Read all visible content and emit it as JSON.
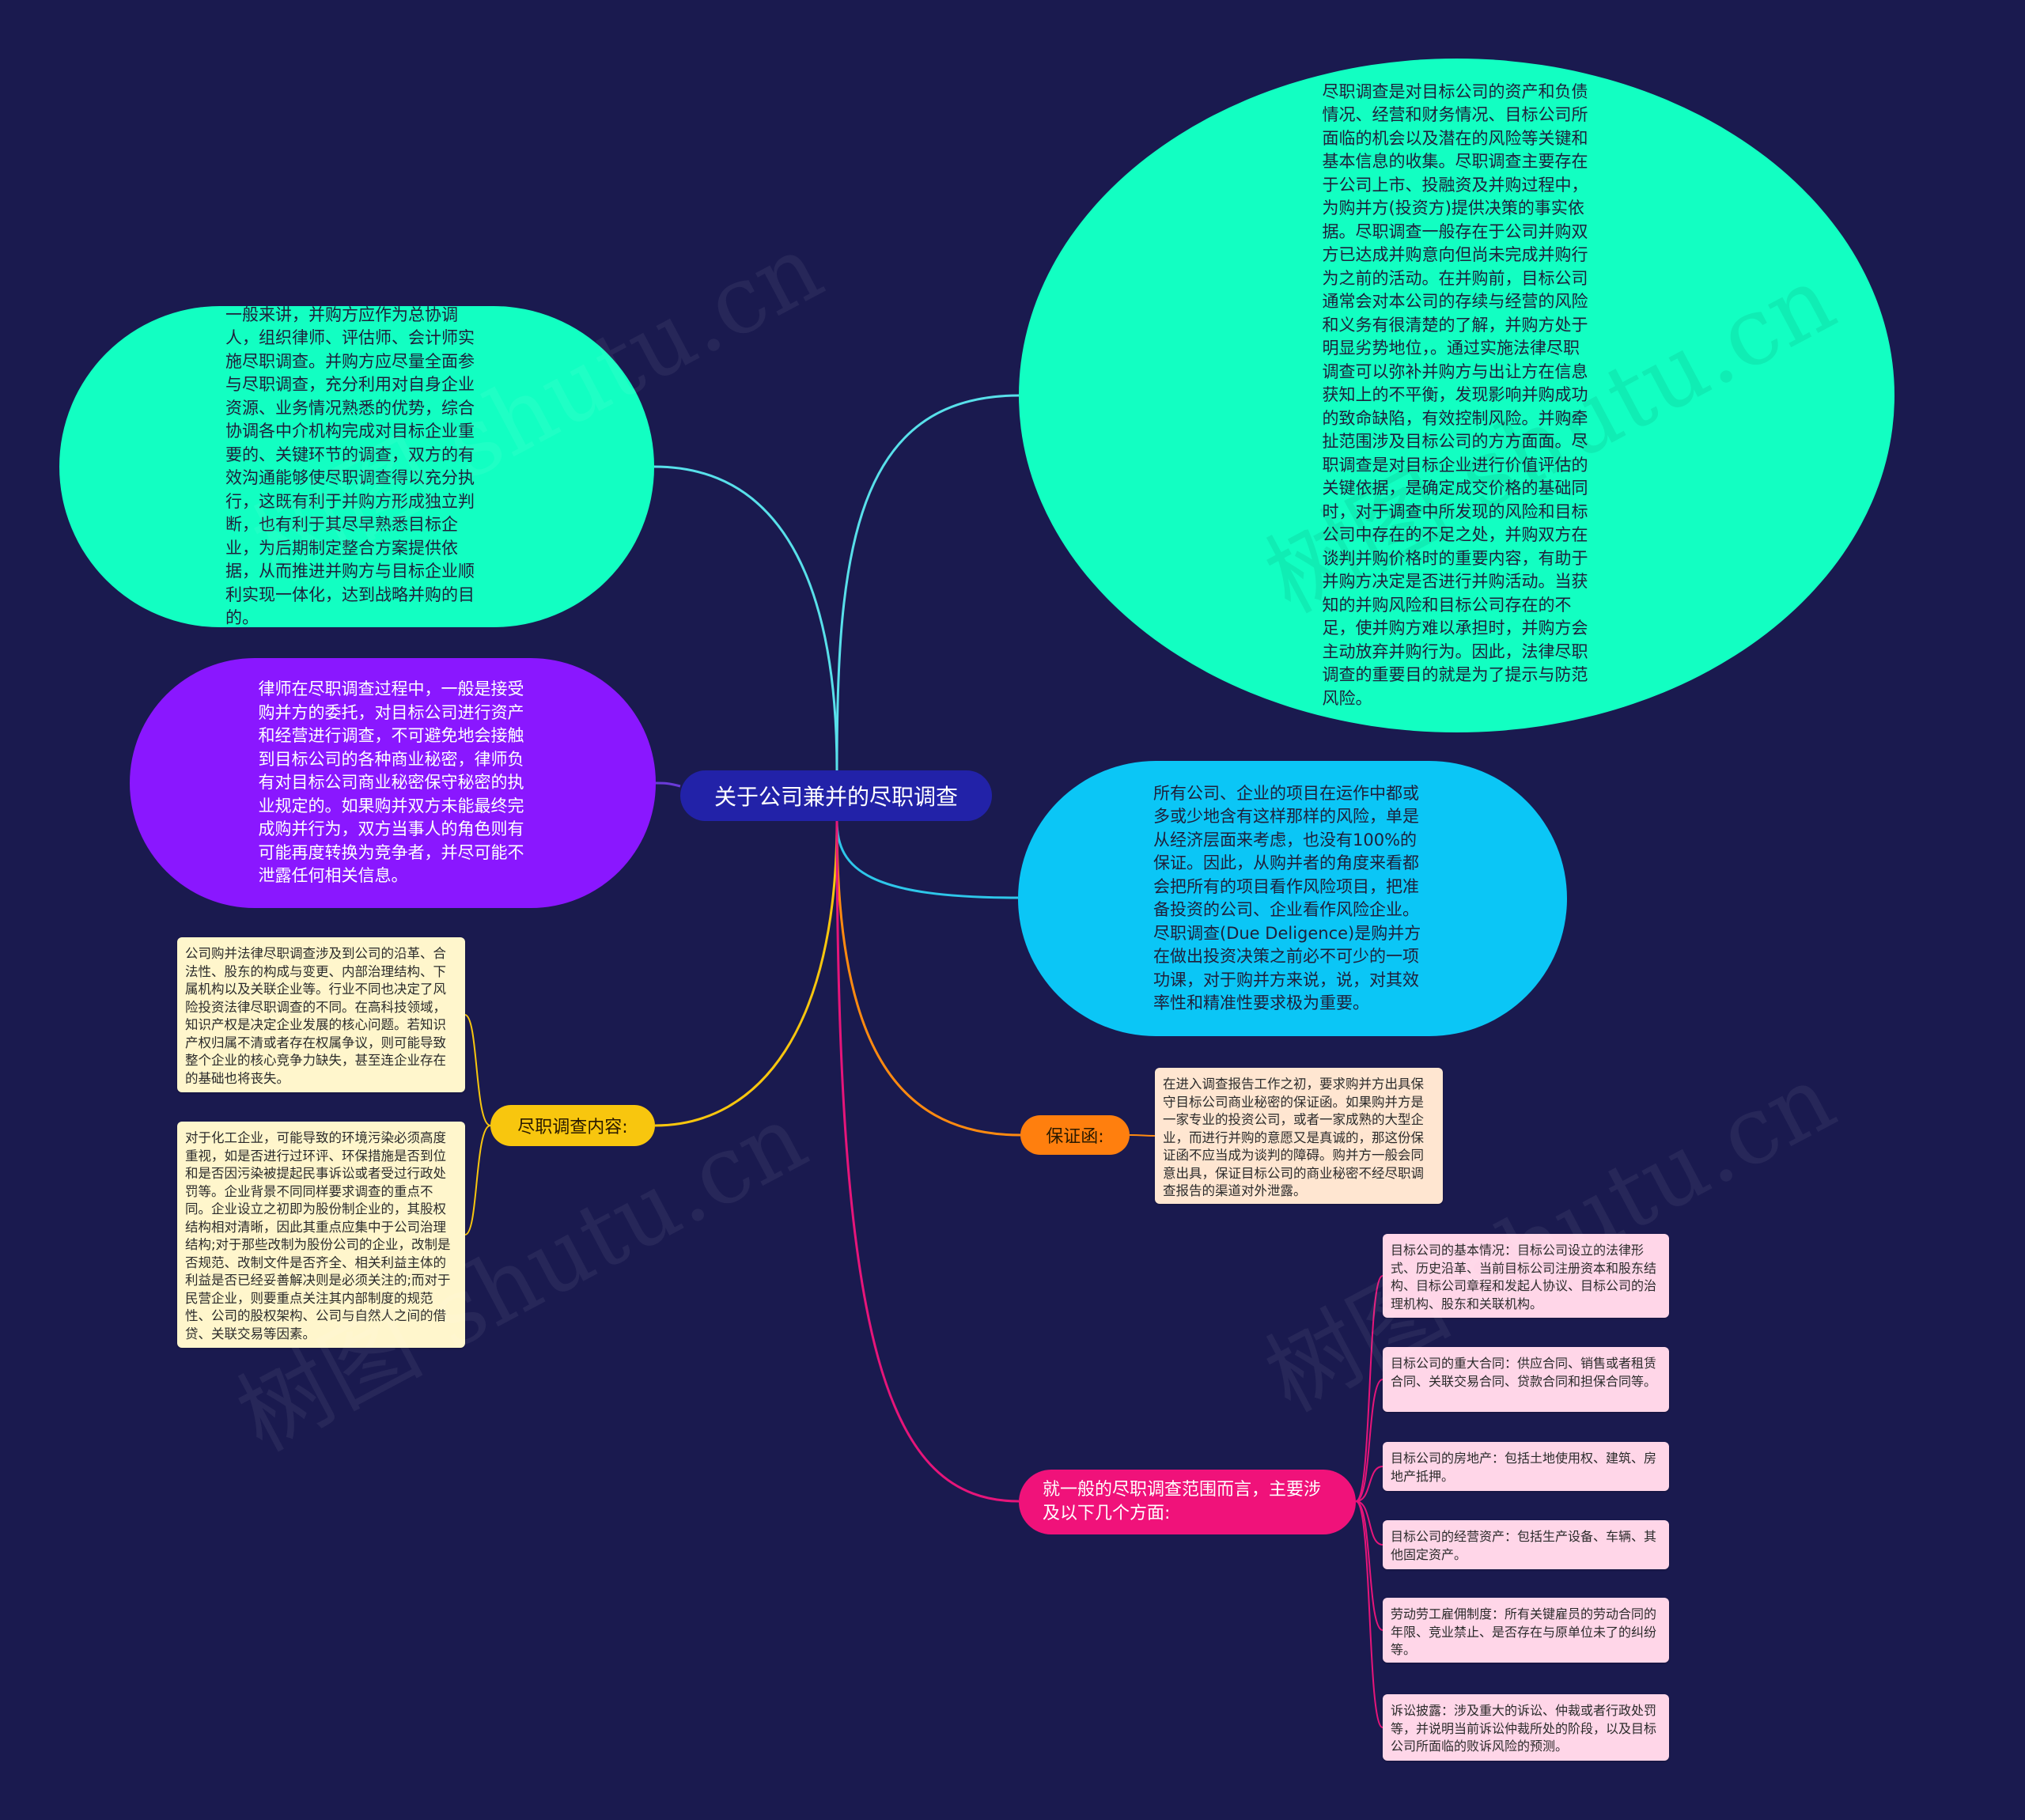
{
  "central": {
    "title": "关于公司兼并的尽职调查",
    "color": "#2222a8"
  },
  "branches": {
    "definition": {
      "text": "尽职调查是对目标公司的资产和负债情况、经营和财务情况、目标公司所面临的机会以及潜在的风险等关键和基本信息的收集。尽职调查主要存在于公司上市、投融资及并购过程中，为购并方(投资方)提供决策的事实依据。尽职调查一般存在于公司并购双方已达成并购意向但尚未完成并购行为之前的活动。在并购前，目标公司通常会对本公司的存续与经营的风险和义务有很清楚的了解，并购方处于明显劣势地位，。通过实施法律尽职调查可以弥补并购方与出让方在信息获知上的不平衡，发现影响并购成功的致命缺陷，有效控制风险。并购牵扯范围涉及目标公司的方方面面。尽职调查是对目标企业进行价值评估的关键依据，是确定成交价格的基础同时，对于调查中所发现的风险和目标公司中存在的不足之处，并购双方在谈判并购价格时的重要内容，有助于并购方决定是否进行并购活动。当获知的并购风险和目标公司存在的不足，使并购方难以承担时，并购方会主动放弃并购行为。因此，法律尽职调查的重要目的就是为了提示与防范风险。",
      "color": "#12ffc2"
    },
    "coordination": {
      "text": "一般来讲，并购方应作为总协调人，组织律师、评估师、会计师实施尽职调查。并购方应尽量全面参与尽职调查，充分利用对自身企业资源、业务情况熟悉的优势，综合协调各中介机构完成对目标企业重要的、关键环节的调查，双方的有效沟通能够使尽职调查得以充分执行，这既有利于并购方形成独立判断，也有利于其尽早熟悉目标企业，为后期制定整合方案提供依据，从而推进并购方与目标企业顺利实现一体化，达到战略并购的目的。",
      "color": "#12ffc2"
    },
    "lawyer": {
      "text": "律师在尽职调查过程中，一般是接受购并方的委托，对目标公司进行资产和经营进行调查，不可避免地会接触到目标公司的各种商业秘密，律师负有对目标公司商业秘密保守秘密的执业规定的。如果购并双方未能最终完成购并行为，双方当事人的角色则有可能再度转换为竞争者，并尽可能不泄露任何相关信息。",
      "color": "#8a17ff"
    },
    "risk": {
      "text": "所有公司、企业的项目在运作中都或多或少地含有这样那样的风险，单是从经济层面来考虑，也没有100%的保证。因此，从购并者的角度来看都会把所有的项目看作风险项目，把准备投资的公司、企业看作风险企业。尽职调查(Due Deligence)是购并方在做出投资决策之前必不可少的一项功课，对于购并方来说，说，对其效率性和精准性要求极为重要。",
      "color": "#0bc6f6"
    },
    "content": {
      "label": "尽职调查内容:",
      "color": "#f8c60e",
      "line_color": "#f8c60e",
      "notes": [
        "公司购并法律尽职调查涉及到公司的沿革、合法性、股东的构成与变更、内部治理结构、下属机构以及关联企业等。行业不同也决定了风险投资法律尽职调查的不同。在高科技领域，知识产权是决定企业发展的核心问题。若知识产权归属不清或者存在权属争议，则可能导致整个企业的核心竞争力缺失，甚至连企业存在的基础也将丧失。",
        "对于化工企业，可能导致的环境污染必须高度重视，如是否进行过环评、环保措施是否到位和是否因污染被提起民事诉讼或者受过行政处罚等。企业背景不同同样要求调查的重点不同。企业设立之初即为股份制企业的，其股权结构相对清晰，因此其重点应集中于公司治理结构;对于那些改制为股份公司的企业，改制是否规范、改制文件是否齐全、相关利益主体的利益是否已经妥善解决则是必须关注的;而对于民营企业，则要重点关注其内部制度的规范性、公司的股权架构、公司与自然人之间的借贷、关联交易等因素。"
      ],
      "note_color": "#fff6cc"
    },
    "guarantee": {
      "label": "保证函:",
      "color": "#ff7f0e",
      "note": "在进入调查报告工作之初，要求购并方出具保守目标公司商业秘密的保证函。如果购并方是一家专业的投资公司，或者一家成熟的大型企业，而进行并购的意愿又是真诚的，那这份保证函不应当成为谈判的障碍。购并方一般会同意出具，保证目标公司的商业秘密不经尽职调查报告的渠道对外泄露。",
      "note_color": "#ffe6d1"
    },
    "scope": {
      "label": "就一般的尽职调查范围而言，主要涉及以下几个方面:",
      "color": "#f0127a",
      "items": [
        "目标公司的基本情况：目标公司设立的法律形式、历史沿革、当前目标公司注册资本和股东结构、目标公司章程和发起人协议、目标公司的治理机构、股东和关联机构。",
        "目标公司的重大合同：供应合同、销售或者租赁合同、关联交易合同、贷款合同和担保合同等。",
        "目标公司的房地产：包括土地使用权、建筑、房地产抵押。",
        "目标公司的经营资产：包括生产设备、车辆、其他固定资产。",
        "劳动劳工雇佣制度：所有关键雇员的劳动合同的年限、竞业禁止、是否存在与原单位未了的纠纷等。",
        "诉讼披露：涉及重大的诉讼、仲裁或者行政处罚等，并说明当前诉讼仲裁所处的阶段，以及目标公司所面临的败诉风险的预测。"
      ],
      "item_color": "#ffd6e8"
    }
  },
  "link_colors": {
    "definition": "#58e0ea",
    "coordination": "#58e0ea",
    "lawyer": "#6a3bd8",
    "risk": "#2ec7ea",
    "content": "#f8c60e",
    "guarantee": "#ff8a10",
    "scope": "#e6157a"
  },
  "watermark": "树图 shutu.cn"
}
